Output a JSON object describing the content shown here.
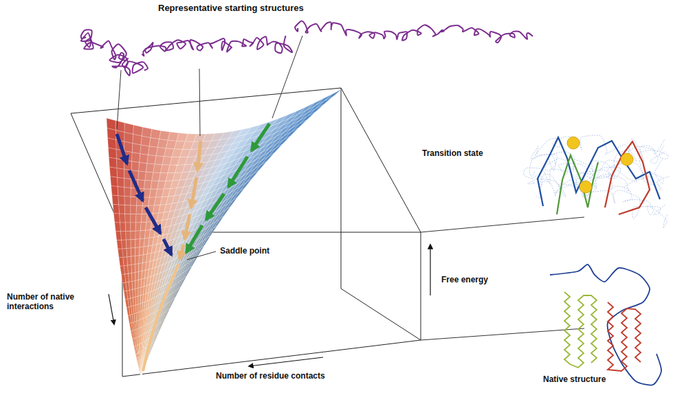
{
  "diagram": {
    "labels": [
      "Representative starting structures",
      "Transition state",
      "Saddle point",
      "Free energy",
      "Number of native interactions",
      "Native structure",
      "Number of residue contacts"
    ]
  }
}
